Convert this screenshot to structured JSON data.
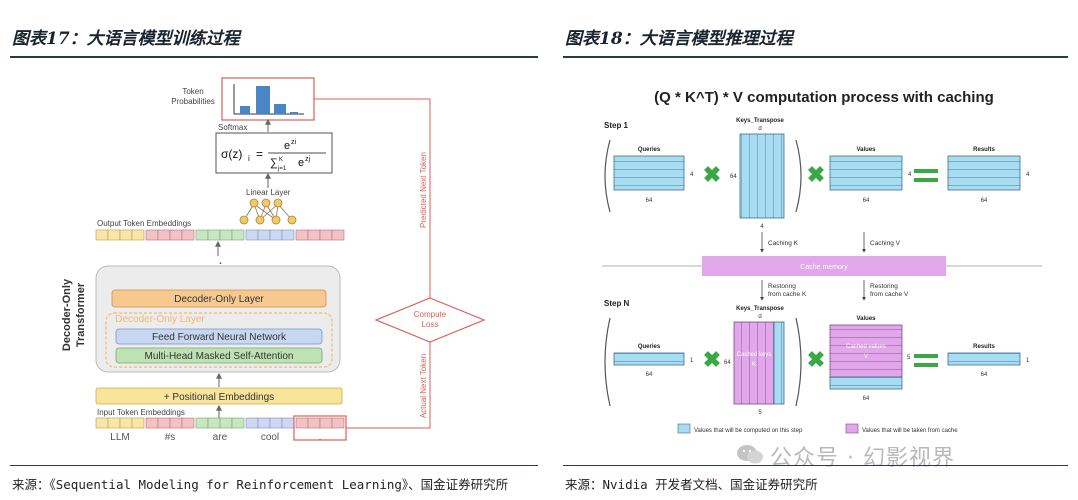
{
  "left_figure": {
    "title": "图表17：大语言模型训练过程",
    "source": "来源：《Sequential Modeling for Reinforcement Learning》、国金证券研究所",
    "labels": {
      "token_probabilities_1": "Token",
      "token_probabilities_2": "Probabilities",
      "softmax": "Softmax",
      "formula_lhs": "σ(z)",
      "formula_sub": "i",
      "formula_eq": "=",
      "formula_num": "e",
      "formula_num_sup": "zi",
      "formula_den": "∑",
      "formula_den_sup": "K",
      "formula_den_sub": "j=1",
      "formula_den_e": "e",
      "formula_den_e_sup": "zj",
      "linear_layer": "Linear Layer",
      "output_token_embeddings": "Output Token Embeddings",
      "vdots": "⋮",
      "decoder_only_transformer_1": "Decoder-Only",
      "decoder_only_transformer_2": "Transformer",
      "decoder_only_layer_top": "Decoder-Only Layer",
      "decoder_only_layer_faded": "Decoder-Only Layer",
      "feed_forward": "Feed Forward Neural Network",
      "mhmsa": "Multi-Head Masked Self-Attention",
      "positional_embeddings": "+ Positional Embeddings",
      "input_token_embeddings": "Input Token Embeddings",
      "compute_loss_1": "Compute",
      "compute_loss_2": "Loss",
      "predicted_next_token": "Predicted Next Token",
      "actual_next_token": "Actual Next Token"
    },
    "input_tokens": [
      "LLM",
      "#s",
      "are",
      "cool",
      "."
    ]
  },
  "right_figure": {
    "title": "图表18：大语言模型推理过程",
    "source": "来源：Nvidia 开发者文档、国金证券研究所",
    "labels": {
      "heading": "(Q * K^T) * V computation process with caching",
      "step1": "Step 1",
      "stepn": "Step N",
      "keys_transpose": "Keys_Transpose",
      "keys_transpose_d": "d",
      "queries": "Queries",
      "values": "Values",
      "results": "Results",
      "dim_4": "4",
      "dim_64": "64",
      "dim_1": "1",
      "dim_5": "5",
      "caching_k": "Caching K",
      "caching_v": "Caching V",
      "cache_memory": "Cache memory",
      "restoring_k_1": "Restoring",
      "restoring_k_2": "from cache K",
      "restoring_v_1": "Restoring",
      "restoring_v_2": "from cache V",
      "cached_keys_1": "Cached keys",
      "cached_keys_2": "K",
      "cached_values_1": "Cached values",
      "cached_values_2": "V",
      "legend_computed": "Values that will be computed on this step",
      "legend_cache": "Values that will be taken from cache"
    },
    "colors": {
      "computed": "#a8dcf0",
      "cache": "#e2a6ea",
      "multiply": "#39a845"
    }
  },
  "watermark": "公众号 · 幻影视界"
}
